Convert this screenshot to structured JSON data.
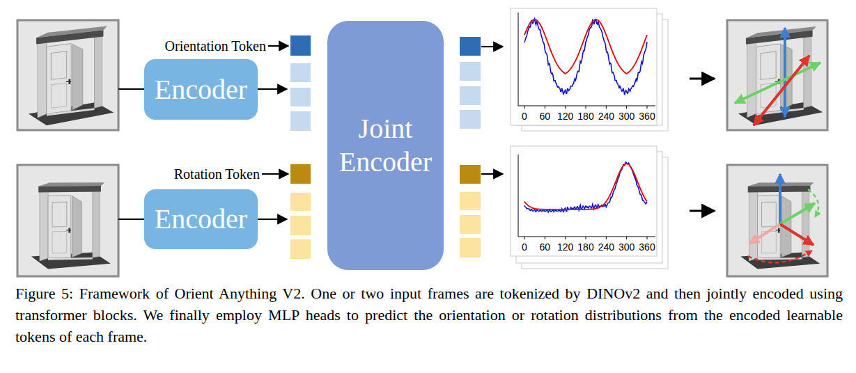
{
  "diagram": {
    "caption": "Figure 5: Framework of Orient Anything V2. One or two input frames are tokenized by DINOv2 and then jointly encoded using transformer blocks. We finally employ MLP heads to predict the orientation or rotation distributions from the encoded learnable tokens of each frame.",
    "nodes": [
      {
        "text": [
          "Encoder"
        ]
      },
      {
        "text": [
          "Encoder"
        ]
      },
      {
        "text": [
          "Joint Encoder"
        ]
      }
    ],
    "labels": [
      "Orientation Token",
      "0",
      "60",
      "120",
      "180",
      "240",
      "300",
      "360",
      "Rotation Token",
      "0",
      "60",
      "120",
      "180",
      "240",
      "300",
      "360"
    ]
  }
}
